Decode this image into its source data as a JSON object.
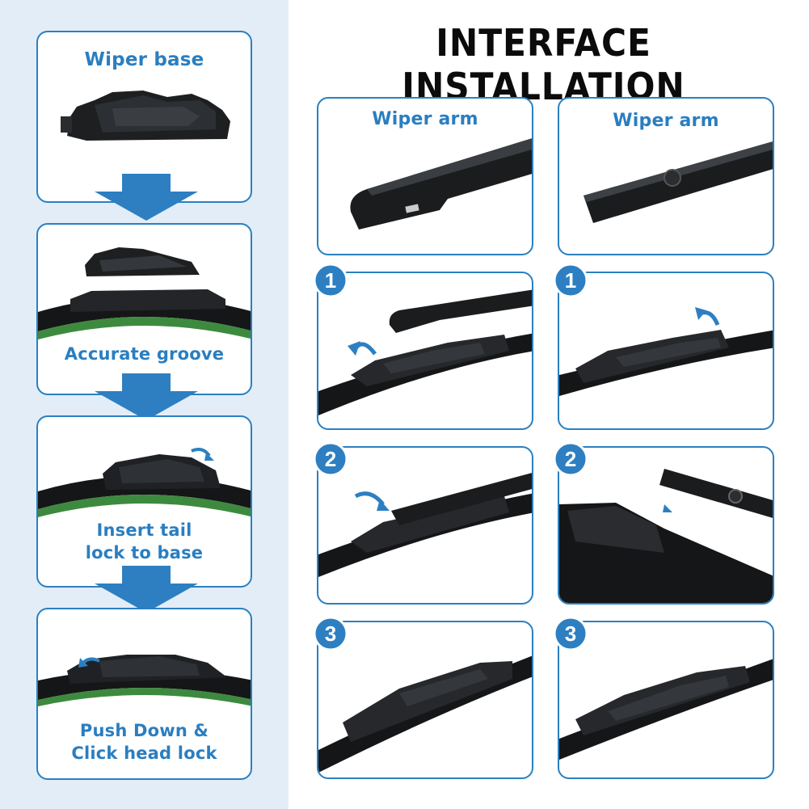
{
  "title": "INTERFACE INSTALLATION",
  "left_steps": [
    {
      "label": "Wiper base"
    },
    {
      "label": "Accurate groove"
    },
    {
      "label_line1": "Insert tail",
      "label_line2": "lock to base"
    },
    {
      "label_line1": "Push Down &",
      "label_line2": "Click head lock"
    }
  ],
  "arm_panels": [
    {
      "label": "Wiper arm"
    },
    {
      "label": "Wiper arm"
    }
  ],
  "step_numbers": [
    "1",
    "1",
    "2",
    "2",
    "3",
    "3"
  ],
  "colors": {
    "accent": "#2a80c0",
    "left_bg": "#e3edf7",
    "arrow": "#2d7fc1"
  }
}
